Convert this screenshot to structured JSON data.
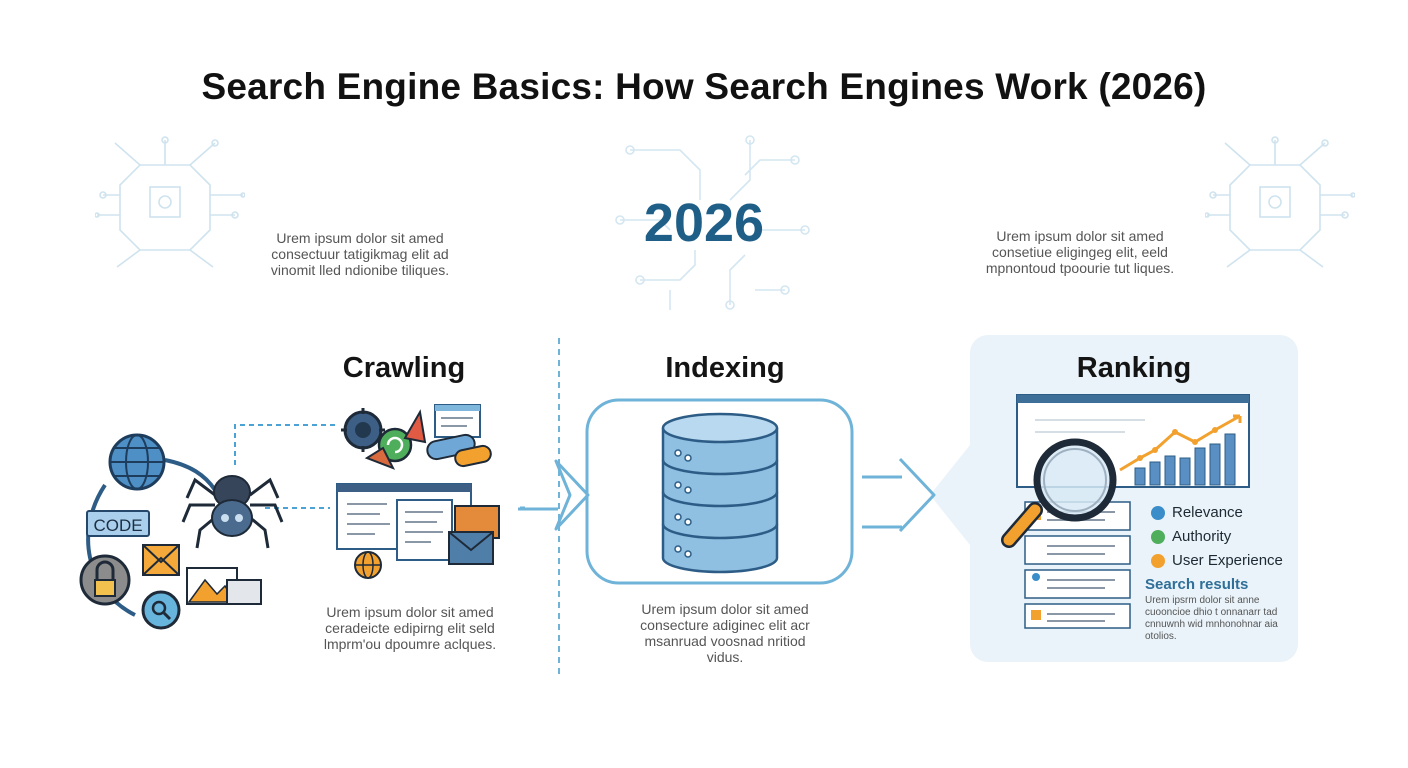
{
  "title": "Search Engine Basics: How Search Engines Work (2026)",
  "year": "2026",
  "blurbs": {
    "top_left": "Urem ipsum dolor sit amed\nconsectuur tatigikmag elit ad\nvinomit lled ndionibe tiliques.",
    "top_right": "Urem ipsum dolor sit amed\nconsetiue eligingeg elit, eeld\nmpnontoud tpoourie tut liques."
  },
  "stages": [
    {
      "title": "Crawling",
      "text": "Urem ipsum dolor sit amed\nceradeicte edipirng elit seld\nlmprm'ou dpoumre aclques."
    },
    {
      "title": "Indexing",
      "text": "Urem ipsum dolor sit amed\nconsecture adiginec elit acr\nmsanruad voosnad nritiod\nvidus."
    },
    {
      "title": "Ranking"
    }
  ],
  "code_label": "CODE",
  "legend": [
    {
      "label": "Relevance",
      "color": "#3a8dc9"
    },
    {
      "label": "Authority",
      "color": "#4fae5c"
    },
    {
      "label": "User Experience",
      "color": "#f2a12e"
    }
  ],
  "search_results": {
    "label": "Search results",
    "text": "Urem ipsrm dolor sit anne\ncuooncioe dhio t onnanarr tad\ncnnuwnh wid mnhonohnar aia\notolios."
  },
  "colors": {
    "accent": "#1f5f87",
    "flow": "#6fb3d8",
    "panel": "#e9f3f9"
  }
}
